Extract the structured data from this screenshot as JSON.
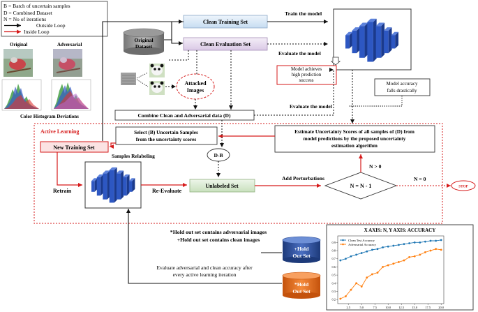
{
  "legend": {
    "b_def": "B = Batch of uncertain samples",
    "d_def": "D = Combined Dataset",
    "n_def": "N = No of iterations",
    "outside": "Outside Loop",
    "inside": "Inside Loop"
  },
  "histogram_panel": {
    "original": "Original",
    "adversarial": "Adversarial",
    "caption": "Color Histogram Deviations"
  },
  "top": {
    "original_dataset": [
      "Original",
      "Dataset"
    ],
    "clean_training": "Clean Training Set",
    "clean_evaluation": "Clean Evaluation Set",
    "train_model": "Train the model",
    "evaluate_model_1": "Evaluate the model",
    "model_achieves": [
      "Model achieves",
      "high prediction",
      "success"
    ],
    "attacked_images": [
      "Attacked",
      "Images"
    ],
    "combine": "Combine Clean and Adversarial data (D)",
    "evaluate_model_2": "Evaluate the model",
    "accuracy_falls": [
      "Model accuracy",
      "falls drastically"
    ]
  },
  "active_learning": {
    "title": "Active Learning",
    "select_uncertain": [
      "Select (B) Uncertain Samples",
      "from the uncertainty scores"
    ],
    "estimate": [
      "Estimate Uncertainty Scores of all samples of (D) from",
      "model predictions by the proposed uncertainty",
      "estimation algorithm"
    ],
    "new_training": "New Training Set",
    "relabeling": "Samples Relabeling",
    "d_minus_b": "D-B",
    "retrain": "Retrain",
    "re_evaluate": "Re-Evaluate",
    "unlabeled": "Unlabeled Set",
    "add_perturbations": "Add Perturbations",
    "n_gt_0": "N > 0",
    "decision": "N = N - 1",
    "n_eq_0": "N = 0",
    "stop": "STOP"
  },
  "bottom": {
    "note1": "*Hold out set contains adversarial images",
    "note2": "+Hold out set contains clean images",
    "holdout_clean": [
      "+Hold",
      "Out Set"
    ],
    "holdout_adv": [
      "*Hold",
      "Out Set"
    ],
    "evaluate_text": [
      "Evaluate adversarial and clean accuracy after",
      "every active learning iteration"
    ]
  },
  "colors": {
    "outside_arrow": "#111111",
    "inside_arrow": "#d61a1a",
    "training_box": "#d7e7f5",
    "evaluation_box": "#e8dcef",
    "unlabeled_box": "#d9ead2",
    "clean_cyl": "#2c4f9a",
    "adv_cyl": "#ea6a16",
    "nn_blue": "#2d57c2"
  },
  "chart_data": {
    "type": "line",
    "title": "X AXIS: N, Y AXIS: ACCURACY",
    "xlim": [
      0.5,
      20.5
    ],
    "ylim": [
      0.15,
      0.98
    ],
    "x_ticks": [
      2.5,
      5.0,
      7.5,
      10.0,
      12.5,
      15.0,
      17.5,
      20.0
    ],
    "y_ticks": [
      0.2,
      0.3,
      0.4,
      0.5,
      0.6,
      0.7,
      0.8,
      0.9
    ],
    "legend_position": "top-left",
    "series": [
      {
        "name": "Clean Test Accuracy",
        "color": "#1f77b4",
        "x": [
          1,
          2,
          3,
          4,
          5,
          6,
          7,
          8,
          9,
          10,
          11,
          12,
          13,
          14,
          15,
          16,
          17,
          18,
          19,
          20
        ],
        "y": [
          0.68,
          0.7,
          0.73,
          0.75,
          0.77,
          0.79,
          0.81,
          0.82,
          0.84,
          0.85,
          0.86,
          0.87,
          0.88,
          0.89,
          0.9,
          0.9,
          0.91,
          0.92,
          0.92,
          0.93
        ]
      },
      {
        "name": "Adversarial Accuracy",
        "color": "#ff7f0e",
        "x": [
          1,
          2,
          3,
          4,
          5,
          6,
          7,
          8,
          9,
          10,
          11,
          12,
          13,
          14,
          15,
          16,
          17,
          18,
          19,
          20
        ],
        "y": [
          0.21,
          0.24,
          0.32,
          0.4,
          0.36,
          0.47,
          0.51,
          0.53,
          0.6,
          0.62,
          0.64,
          0.66,
          0.68,
          0.72,
          0.73,
          0.75,
          0.78,
          0.8,
          0.82,
          0.81
        ]
      }
    ]
  }
}
